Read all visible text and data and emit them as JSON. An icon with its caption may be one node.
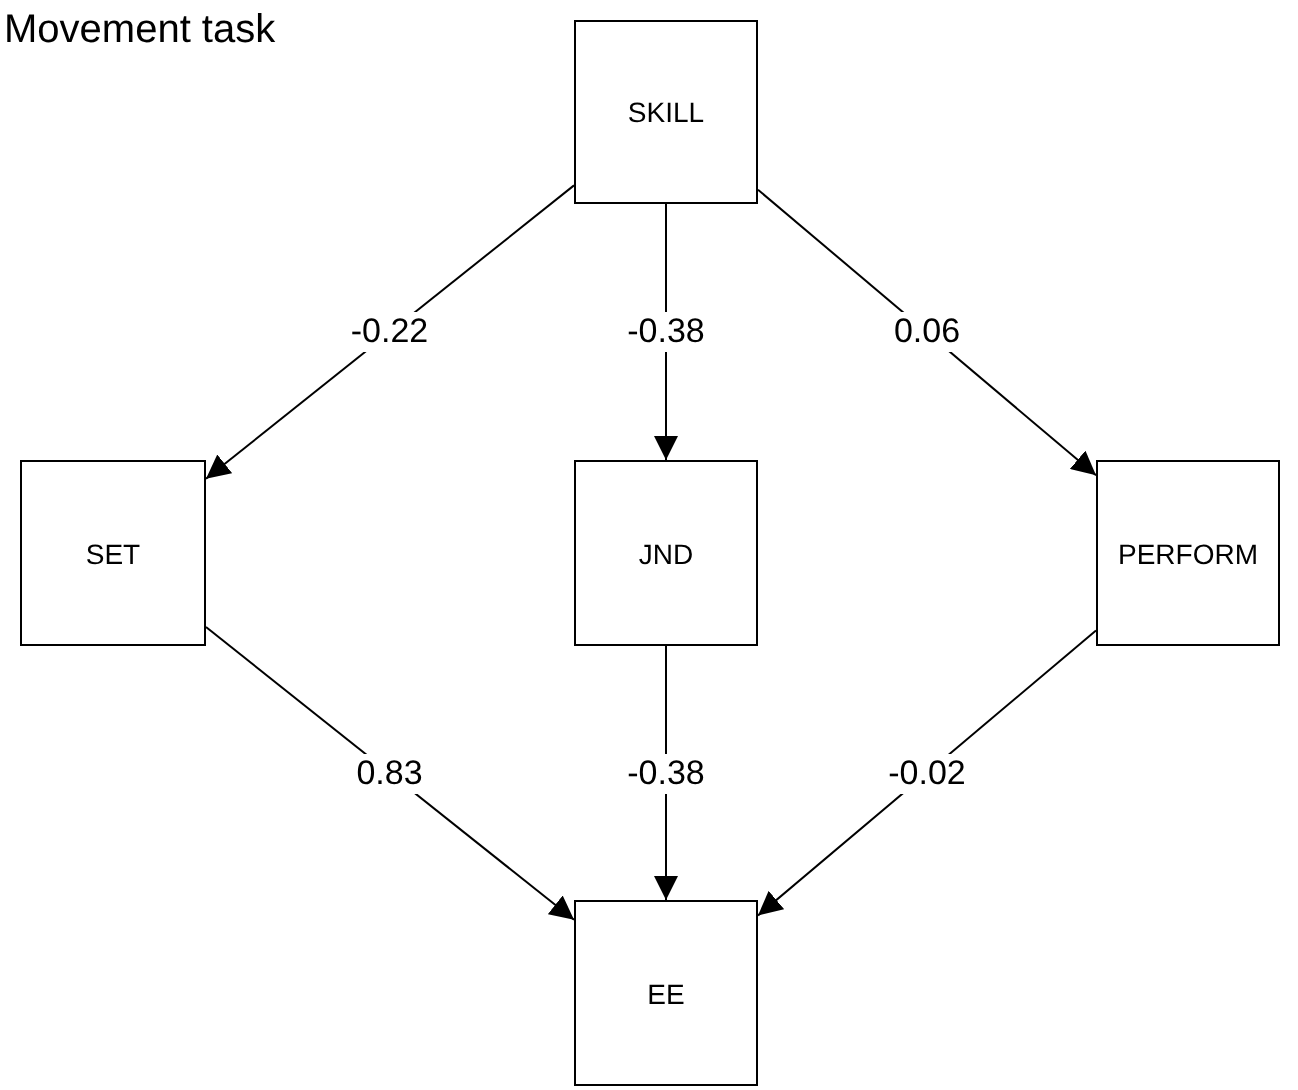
{
  "diagram": {
    "title": "Movement task",
    "nodes": [
      {
        "text": [
          "SKILL"
        ]
      },
      {
        "text": [
          "SET"
        ]
      },
      {
        "text": [
          "JND"
        ]
      },
      {
        "text": [
          "PERFORM"
        ]
      },
      {
        "text": [
          "EE"
        ]
      }
    ],
    "edges": [
      {
        "from": 0,
        "to": 1,
        "arrow": "to",
        "label": "-0.22"
      },
      {
        "from": 0,
        "to": 2,
        "arrow": "to",
        "label": "-0.38"
      },
      {
        "from": 0,
        "to": 3,
        "arrow": "to",
        "label": "0.06"
      },
      {
        "from": 1,
        "to": 4,
        "arrow": "to",
        "label": "0.83"
      },
      {
        "from": 2,
        "to": 4,
        "arrow": "to",
        "label": "-0.38"
      },
      {
        "from": 3,
        "to": 4,
        "arrow": "to",
        "label": "-0.02"
      }
    ]
  }
}
